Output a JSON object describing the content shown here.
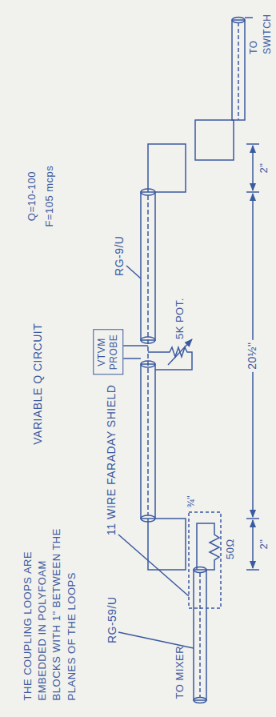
{
  "diagram": {
    "nodes": [
      {
        "text": [
          "VTVM PROBE"
        ]
      }
    ],
    "labels": [
      "TO SWITCH",
      "11 WIRE FARADAY SHIELD",
      "RG-59/U",
      "50Ω",
      "RG-9/U",
      "5K POT.",
      "2\"",
      "2\"",
      "20½\"",
      "¾\"",
      "TO MIXER",
      "THE COUPLING LOOPS ARE EMBEDDED IN POLYFOAM BLOCKS WITH 1\" BETWEEN THE PLANES OF THE LOOPS",
      "VARIABLE Q CIRCUIT",
      "Q=10-100",
      "F=105 mcps"
    ]
  }
}
